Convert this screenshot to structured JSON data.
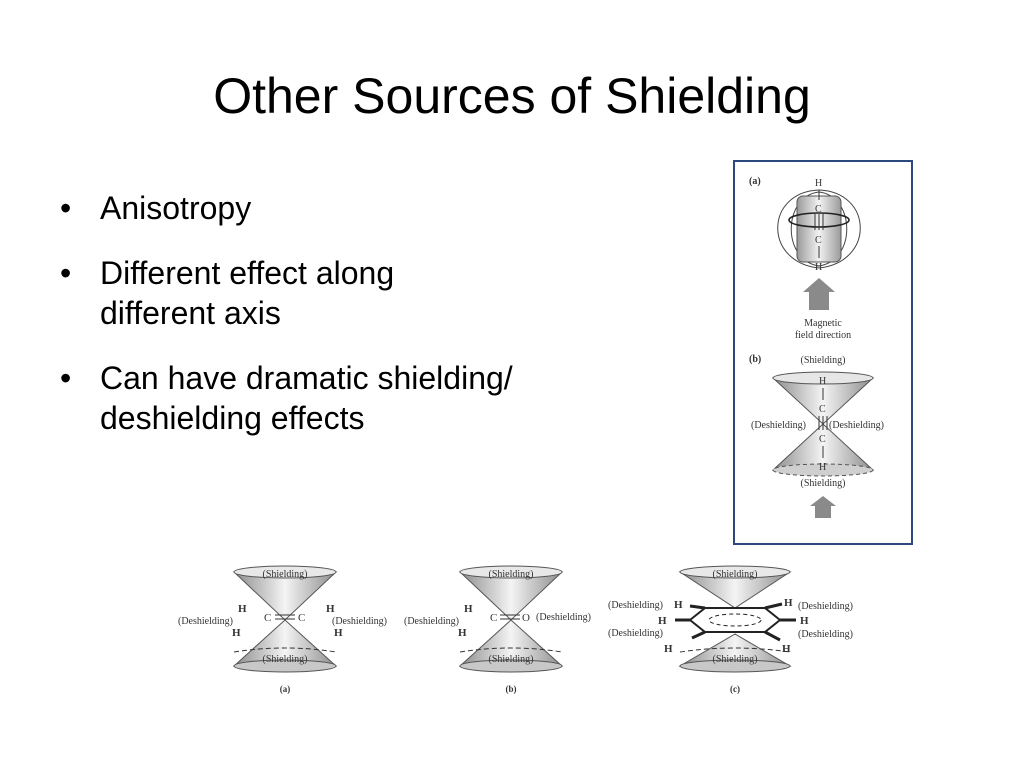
{
  "slide": {
    "title": "Other Sources of Shielding",
    "bullets": [
      {
        "line1": "Anisotropy",
        "line2": ""
      },
      {
        "line1": "Different effect along",
        "line2": "different axis"
      },
      {
        "line1": "Can have dramatic shielding/",
        "line2": "deshielding effects"
      }
    ],
    "bullet_glyph": "•"
  },
  "right_figure": {
    "panel_a_label": "(a)",
    "panel_b_label": "(b)",
    "atom_h": "H",
    "atom_c": "C",
    "field_label_line1": "Magnetic",
    "field_label_line2": "field direction",
    "shielding": "(Shielding)",
    "deshielding": "(Deshielding)",
    "frame_color": "#2a4a7c"
  },
  "bottom_figure": {
    "label_a": "(a)",
    "label_b": "(b)",
    "label_c": "(c)",
    "shielding": "(Shielding)",
    "deshielding": "(Deshielding)",
    "atom_h": "H",
    "atom_c": "C",
    "atom_o": "O"
  }
}
